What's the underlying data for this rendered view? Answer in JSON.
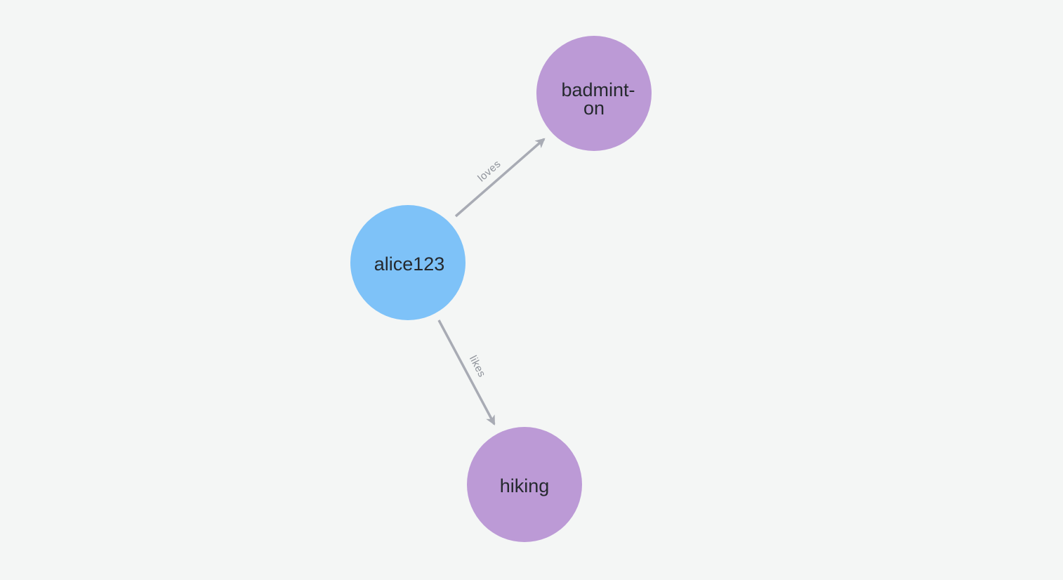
{
  "canvas": {
    "colors": {
      "background": "#f4f6f5",
      "edge": "#a8abb4",
      "edge_label": "#8e929a",
      "node_label": "#25292e",
      "user_node": "#7ec2f8",
      "topic_node": "#bc9ad6"
    }
  },
  "graph": {
    "nodes": [
      {
        "label": "alice123",
        "lines": [
          "alice123",
          ""
        ],
        "color": "#7ec2f8"
      },
      {
        "label": "badminton",
        "lines": [
          "badmint-",
          "on"
        ],
        "color": "#bc9ad6"
      },
      {
        "label": "hiking",
        "lines": [
          "hiking",
          ""
        ],
        "color": "#bc9ad6"
      }
    ],
    "edges": [
      {
        "label": "loves",
        "from": "alice123",
        "to": "badminton"
      },
      {
        "label": "likes",
        "from": "alice123",
        "to": "hiking"
      }
    ]
  }
}
